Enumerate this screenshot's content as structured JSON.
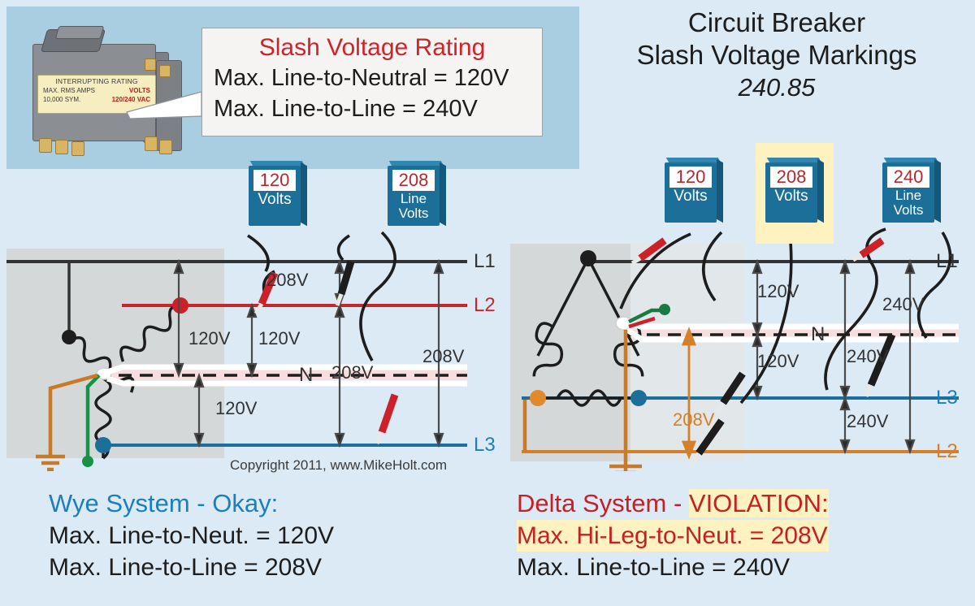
{
  "page": {
    "background_color": "#dbeaf4",
    "panel_color": "#a9cde1",
    "accent_red": "#c42026",
    "accent_blue": "#1b7fbb",
    "highlight_yellow": "#fdf2c0",
    "copyright": "Copyright 2011, www.MikeHolt.com"
  },
  "breaker": {
    "label_title": "INTERRUPTING RATING",
    "label_row1_left": "MAX. RMS AMPS",
    "label_row1_right": "VOLTS",
    "label_row2_left": "10,000 SYM.",
    "label_row2_right": "120/240 VAC"
  },
  "slash_box": {
    "title": "Slash Voltage Rating",
    "line1": "Max. Line-to-Neutral  = 120V",
    "line2": "Max. Line-to-Line = 240V"
  },
  "title": {
    "line1": "Circuit Breaker",
    "line2": "Slash Voltage Markings",
    "line3": "240.85"
  },
  "wye": {
    "meters": [
      {
        "value": "120",
        "caption": "Volts",
        "caption2": ""
      },
      {
        "value": "208",
        "caption": "Line",
        "caption2": "Volts"
      }
    ],
    "bus_labels": [
      {
        "text": "L1",
        "color": "#333333"
      },
      {
        "text": "L2",
        "color": "#c4282c"
      },
      {
        "text": "N",
        "color": "#333333"
      },
      {
        "text": "L3",
        "color": "#1b7fbb"
      }
    ],
    "annotations": [
      {
        "text": "208V"
      },
      {
        "text": "120V"
      },
      {
        "text": "120V"
      },
      {
        "text": "120V"
      },
      {
        "text": "208V"
      },
      {
        "text": "208V"
      }
    ],
    "caption_head": "Wye System - Okay:",
    "caption_line1": "Max. Line-to-Neut. = 120V",
    "caption_line2": "Max. Line-to-Line = 208V"
  },
  "delta": {
    "meters": [
      {
        "value": "120",
        "caption": "Volts",
        "caption2": "",
        "highlight": false
      },
      {
        "value": "208",
        "caption": "Volts",
        "caption2": "",
        "highlight": true
      },
      {
        "value": "240",
        "caption": "Line",
        "caption2": "Volts",
        "highlight": false
      }
    ],
    "bus_labels": [
      {
        "text": "L1",
        "color": "#333333"
      },
      {
        "text": "N",
        "color": "#333333"
      },
      {
        "text": "L3",
        "color": "#1b7fbb"
      },
      {
        "text": "L2",
        "color": "#d4802a"
      }
    ],
    "annotations": [
      {
        "text": "120V"
      },
      {
        "text": "120V"
      },
      {
        "text": "240V"
      },
      {
        "text": "240V"
      },
      {
        "text": "240V"
      },
      {
        "text": "208V",
        "color": "#d4802a"
      }
    ],
    "caption_head_black": "Delta System - ",
    "caption_head_violation": "VIOLATION:",
    "caption_line1": "Max. Hi-Leg-to-Neut. = 208V",
    "caption_line2": "Max. Line-to-Line = 240V"
  }
}
